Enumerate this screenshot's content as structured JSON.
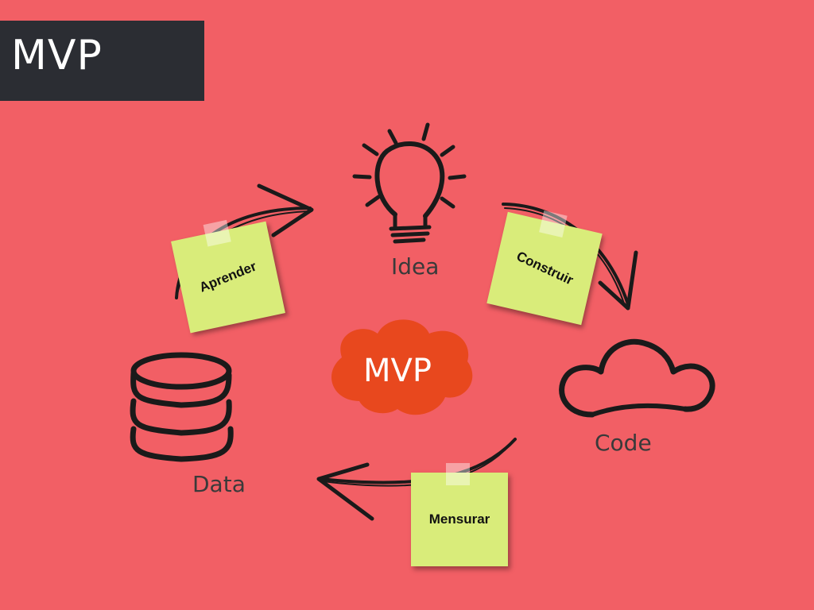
{
  "title": "MVP",
  "center": {
    "label": "MVP"
  },
  "stages": {
    "idea": "Idea",
    "code": "Code",
    "data": "Data"
  },
  "notes": {
    "aprender": "Aprender",
    "construir": "Construir",
    "mensurar": "Mensurar"
  },
  "colors": {
    "background": "#f25f65",
    "title_box": "#2b2d33",
    "title_text": "#ffffff",
    "ink": "#1a1a1a",
    "label_text": "#3a3a3a",
    "sticky_note": "#d9ec7a",
    "cloud_fill": "#e8481e",
    "center_text": "#ffffff"
  },
  "icons": {
    "idea": "lightbulb-icon",
    "code": "cloud-icon",
    "data": "database-icon"
  }
}
